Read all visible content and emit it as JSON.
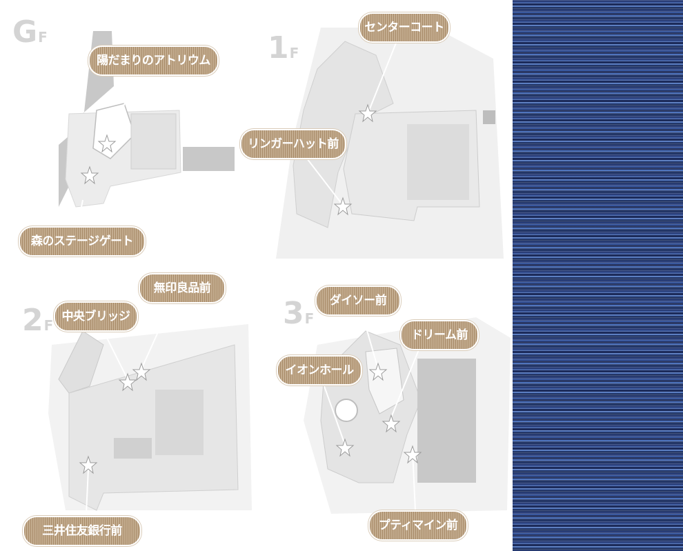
{
  "colors": {
    "tag_fill": "#b79d7d",
    "map_gray": "#c8c8c8",
    "map_light": "#ececec",
    "star": "#ffffff"
  },
  "floors": [
    {
      "id": "gf",
      "floor_big": "G",
      "floor_small": "F",
      "spots": [
        "陽だまりのアトリウム",
        "森のステージゲート"
      ]
    },
    {
      "id": "1f",
      "floor_big": "1",
      "floor_small": "F",
      "spots": [
        "センターコート",
        "リンガーハット前"
      ]
    },
    {
      "id": "2f",
      "floor_big": "2",
      "floor_small": "F",
      "spots": [
        "中央ブリッジ",
        "無印良品前",
        "三井住友銀行前"
      ]
    },
    {
      "id": "3f",
      "floor_big": "3",
      "floor_small": "F",
      "spots": [
        "ダイソー前",
        "ドリーム前",
        "イオンホール",
        "プティマイン前"
      ]
    }
  ],
  "side_photo": {
    "icon": "photo-strip"
  }
}
